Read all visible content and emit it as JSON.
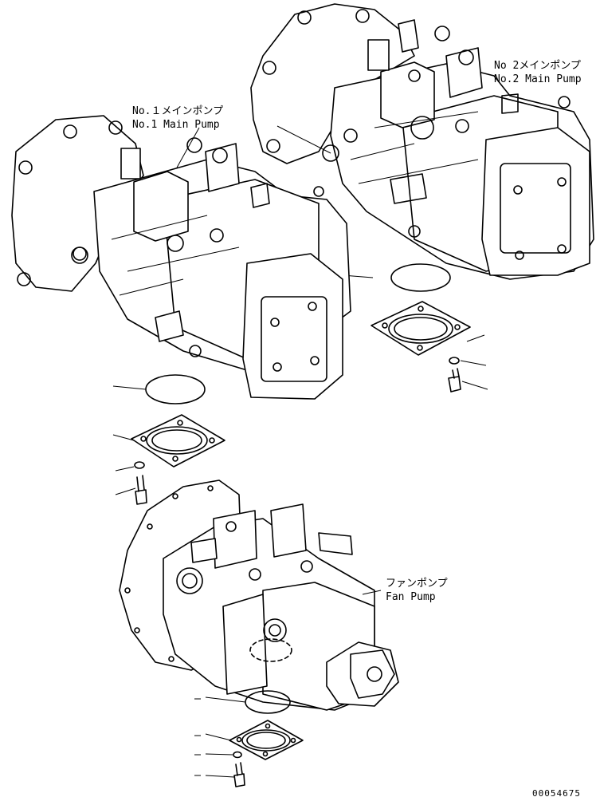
{
  "labels": {
    "pump1_jp": "No.１メインポンプ",
    "pump1_en": "No.1 Main Pump",
    "pump2_jp": "No 2メインポンプ",
    "pump2_en": "No.2 Main Pump",
    "fan_jp": "ファンポンプ",
    "fan_en": "Fan Pump"
  },
  "drawing_number": "00054675"
}
